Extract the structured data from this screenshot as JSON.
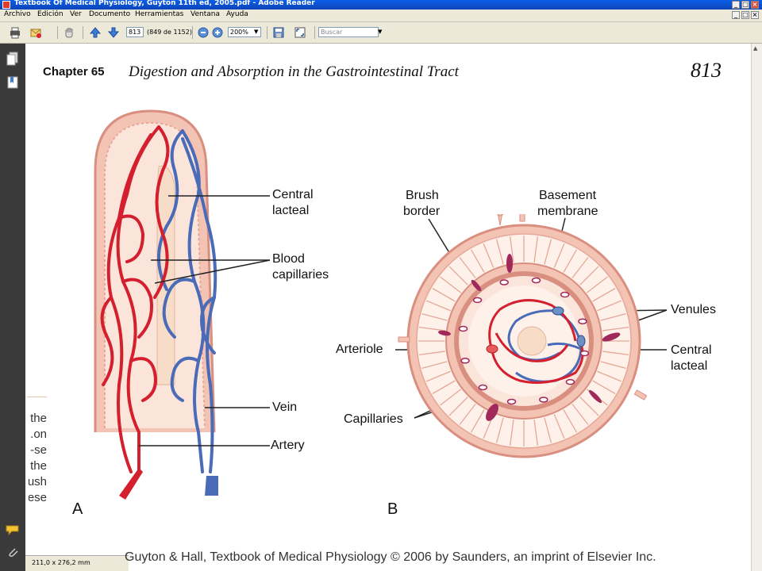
{
  "window": {
    "title": "Textbook Of Medical Physiology, Guyton 11th ed, 2005.pdf - Adobe Reader"
  },
  "menu": [
    "Archivo",
    "Edición",
    "Ver",
    "Documento",
    "Herramientas",
    "Ventana",
    "Ayuda"
  ],
  "toolbar": {
    "page_input": "813",
    "page_count": "(849 de 1152)",
    "zoom": "200%",
    "search_placeholder": "Buscar"
  },
  "status": {
    "page_size": "211,0 x 276,2 mm"
  },
  "page": {
    "chapter": "Chapter 65",
    "chapter_title": "Digestion and Absorption in the Gastrointestinal Tract",
    "page_number": "813",
    "side_text": [
      "the",
      "on.",
      "se-",
      "the",
      "ush",
      "ese"
    ],
    "labels_a": {
      "central_lacteal_1": "Central",
      "central_lacteal_2": "lacteal",
      "blood_cap_1": "Blood",
      "blood_cap_2": "capillaries",
      "vein": "Vein",
      "artery": "Artery",
      "panel": "A"
    },
    "labels_b": {
      "brush_1": "Brush",
      "brush_2": "border",
      "basement_1": "Basement",
      "basement_2": "membrane",
      "venules": "Venules",
      "arteriole": "Arteriole",
      "lacteal_1": "Central",
      "lacteal_2": "lacteal",
      "capillaries": "Capillaries",
      "panel": "B"
    },
    "credit": "Guyton & Hall, Textbook of Medical Physiology © 2006  by Saunders, an imprint of Elsevier Inc."
  },
  "colors": {
    "artery": "#d41f2f",
    "vein": "#4a6cb8",
    "tissue": "#f3c3b4",
    "tissue_edge": "#d98f7f",
    "lacteal": "#f7dcc8"
  },
  "icons": [
    "print-icon",
    "email-icon",
    "hand-icon",
    "arrow-up-icon",
    "arrow-down-icon",
    "zoom-out-icon",
    "zoom-in-icon",
    "save-icon",
    "fit-icon",
    "pages-icon",
    "bookmarks-icon",
    "comment-icon",
    "attach-icon"
  ]
}
